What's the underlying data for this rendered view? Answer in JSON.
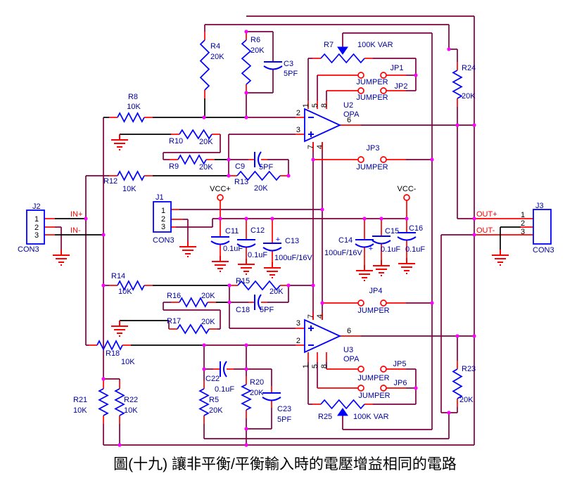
{
  "title": {
    "caption": "圖(十九)  讓非平衡/平衡輸入時的電壓增益相同的電路"
  },
  "colors": {
    "wire": "#800040",
    "black_wire": "#000000",
    "terminal": "#FF0000",
    "symbol": "#0000FF",
    "label": "#0000A0",
    "junction": "#FF00FF",
    "background": "#FFFFFF"
  },
  "polarity": "+",
  "power": {
    "vcc_plus": "VCC+",
    "vcc_minus": "VCC-"
  },
  "nets": {
    "in_plus": "IN+",
    "in_minus": "IN-",
    "out_plus": "OUT+",
    "out_minus": "OUT-"
  },
  "components": {
    "R4": {
      "ref": "R4",
      "value": "20K"
    },
    "R5": {
      "ref": "R5",
      "value": "20K"
    },
    "R6": {
      "ref": "R6",
      "value": "20K"
    },
    "R7": {
      "ref": "R7",
      "value": "100K VAR"
    },
    "R8": {
      "ref": "R8",
      "value": "10K"
    },
    "R9": {
      "ref": "R9",
      "value": "20K"
    },
    "R10": {
      "ref": "R10",
      "value": "20K"
    },
    "R12": {
      "ref": "R12",
      "value": "10K"
    },
    "R13": {
      "ref": "R13",
      "value": "20K"
    },
    "R14": {
      "ref": "R14",
      "value": "10K"
    },
    "R15": {
      "ref": "R15",
      "value": "20K"
    },
    "R16": {
      "ref": "R16",
      "value": "20K"
    },
    "R17": {
      "ref": "R17",
      "value": "20K"
    },
    "R18": {
      "ref": "R18",
      "value": "10K"
    },
    "R20": {
      "ref": "R20",
      "value": "20K"
    },
    "R21": {
      "ref": "R21",
      "value": "10K"
    },
    "R22": {
      "ref": "R22",
      "value": "10K"
    },
    "R23": {
      "ref": "R23",
      "value": "20K"
    },
    "R24": {
      "ref": "R24",
      "value": "20K"
    },
    "R25": {
      "ref": "R25",
      "value": "100K VAR"
    },
    "C3": {
      "ref": "C3",
      "value": "5PF"
    },
    "C9": {
      "ref": "C9",
      "value": "5PF"
    },
    "C11": {
      "ref": "C11",
      "value": "0.1uF"
    },
    "C12": {
      "ref": "C12",
      "value": "0.1uF"
    },
    "C13": {
      "ref": "C13",
      "value": "100uF/16V"
    },
    "C14": {
      "ref": "C14",
      "value": "100uF/16V"
    },
    "C15": {
      "ref": "C15",
      "value": "0.1uF"
    },
    "C16": {
      "ref": "C16",
      "value": "0.1uF"
    },
    "C18": {
      "ref": "C18",
      "value": "5PF"
    },
    "C22": {
      "ref": "C22",
      "value": "0.1uF"
    },
    "C23": {
      "ref": "C23",
      "value": "5PF"
    }
  },
  "opamps": {
    "U2": {
      "ref": "U2",
      "part": "OPA",
      "pin_inv": "2",
      "pin_noninv": "3",
      "pin_out": "6",
      "pins_top": [
        "1",
        "5",
        "8"
      ],
      "pins_bottom": [
        "7",
        "4"
      ]
    },
    "U3": {
      "ref": "U3",
      "part": "OPA",
      "pin_inv": "2",
      "pin_noninv": "3",
      "pin_out": "6",
      "pins_top": [
        "7",
        "4"
      ],
      "pins_bottom": [
        "1",
        "5",
        "8"
      ]
    }
  },
  "jumpers": {
    "JP1": {
      "ref": "JP1",
      "label": "JUMPER"
    },
    "JP2": {
      "ref": "JP2",
      "label": "JUMPER"
    },
    "JP3": {
      "ref": "JP3",
      "label": "JUMPER"
    },
    "JP4": {
      "ref": "JP4",
      "label": "JUMPER"
    },
    "JP5": {
      "ref": "JP5",
      "label": "JUMPER"
    },
    "JP6": {
      "ref": "JP6",
      "label": "JUMPER"
    }
  },
  "connectors": {
    "J1": {
      "ref": "J1",
      "type": "CON3",
      "pins": [
        "1",
        "2",
        "3"
      ]
    },
    "J2": {
      "ref": "J2",
      "type": "CON3",
      "pins": [
        "1",
        "2",
        "3"
      ]
    },
    "J3": {
      "ref": "J3",
      "type": "CON3",
      "pins": [
        "1",
        "2",
        "3"
      ]
    }
  }
}
